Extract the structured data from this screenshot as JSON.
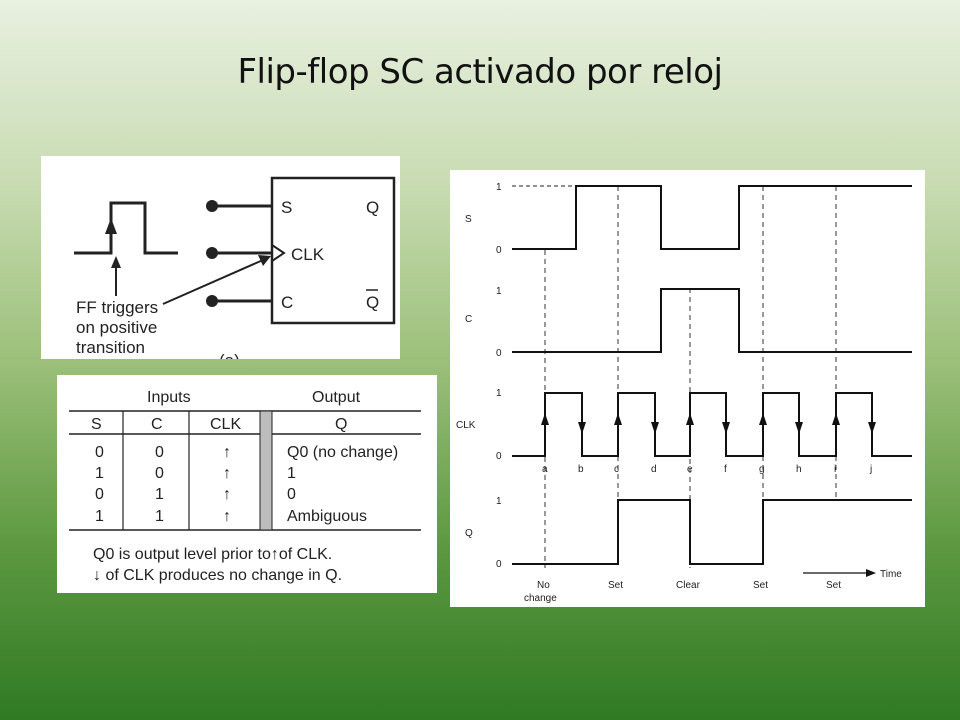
{
  "slide": {
    "title": "Flip-flop SC activado por reloj"
  },
  "symbol": {
    "pin_s": "S",
    "pin_clk": "CLK",
    "pin_c": "C",
    "pin_q": "Q",
    "pin_qbar": "Q",
    "annotation_lines": [
      "FF triggers",
      "on positive",
      "transition"
    ],
    "figure_label": "(a)"
  },
  "truth_table": {
    "group_inputs": "Inputs",
    "group_output": "Output",
    "headers": [
      "S",
      "C",
      "CLK",
      "Q"
    ],
    "rows": [
      {
        "s": "0",
        "c": "0",
        "clk": "↑",
        "q": "Q0 (no change)"
      },
      {
        "s": "1",
        "c": "0",
        "clk": "↑",
        "q": "1"
      },
      {
        "s": "0",
        "c": "1",
        "clk": "↑",
        "q": "0"
      },
      {
        "s": "1",
        "c": "1",
        "clk": "↑",
        "q": "Ambiguous"
      }
    ],
    "notes": [
      "Q0 is output level prior to↑of CLK.",
      "↓ of CLK produces no change in Q."
    ]
  },
  "timing": {
    "signals": [
      "S",
      "C",
      "CLK",
      "Q"
    ],
    "level_high": "1",
    "level_low": "0",
    "edge_labels": [
      "a",
      "b",
      "c",
      "d",
      "e",
      "f",
      "g",
      "h",
      "i",
      "j"
    ],
    "event_labels": [
      "No",
      "change",
      "Set",
      "Clear",
      "Set",
      "Set"
    ],
    "time_label": "Time"
  }
}
